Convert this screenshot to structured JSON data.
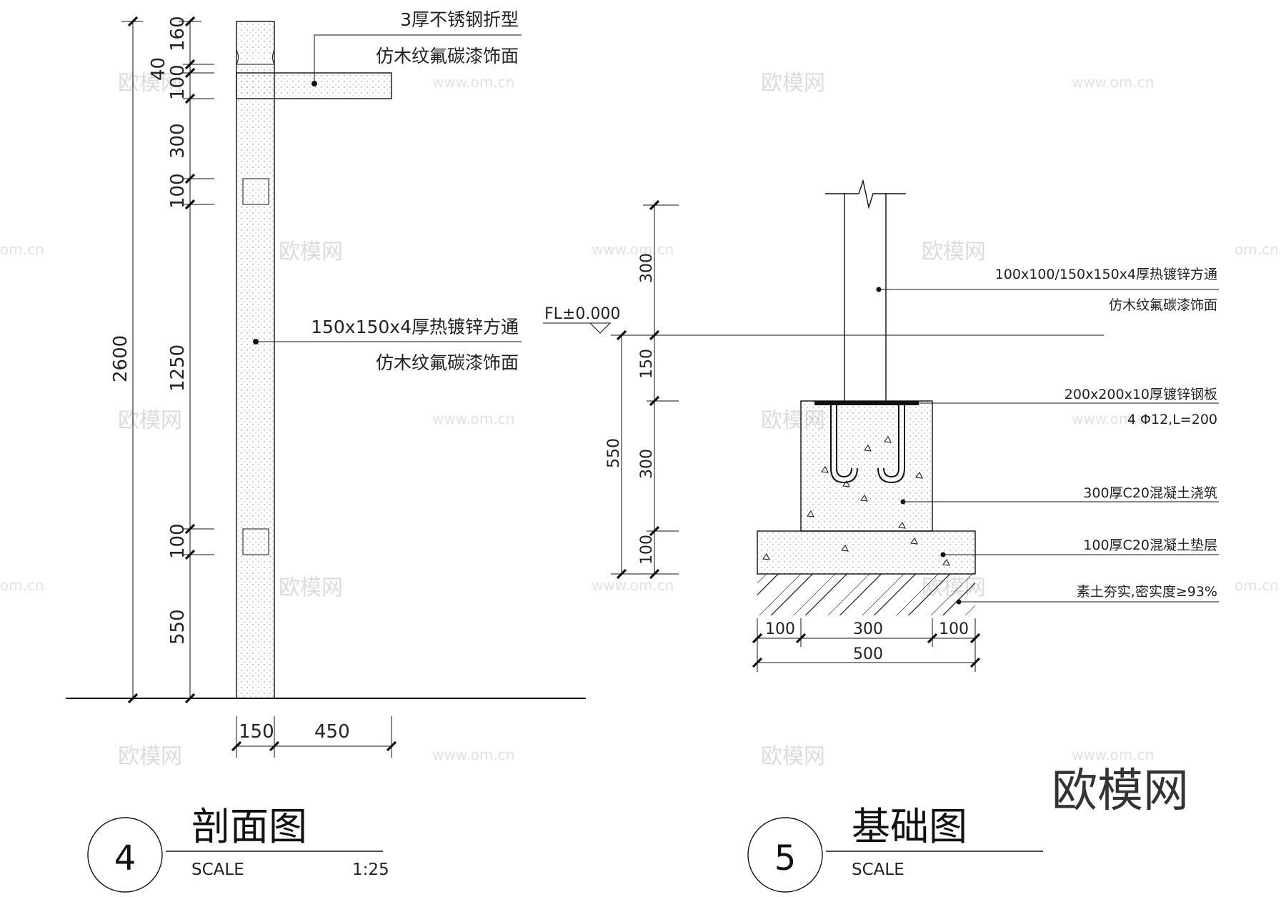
{
  "watermark": {
    "cn": "欧模网",
    "url": "www.om.cn",
    "url_fragment": "om.cn"
  },
  "section": {
    "notes": [
      {
        "line1": "3厚不锈钢折型",
        "line2": "仿木纹氟碳漆饰面"
      },
      {
        "line1": "150x150x4厚热镀锌方通",
        "line2": "仿木纹氟碳漆饰面"
      }
    ],
    "dims_outer": "2600",
    "dims_inner": [
      "40",
      "160",
      "100",
      "300",
      "100",
      "1250",
      "100",
      "550"
    ],
    "dims_bottom": [
      "150",
      "450"
    ],
    "title": {
      "number": "4",
      "name": "剖面图",
      "scale_label": "SCALE",
      "scale_value": "1:25"
    }
  },
  "foundation": {
    "level_mark": "FL±0.000",
    "dims_left": [
      "300",
      "150",
      "300",
      "100",
      "550"
    ],
    "dims_bottom": [
      "100",
      "300",
      "100",
      "500"
    ],
    "notes": [
      {
        "line1": "100x100/150x150x4厚热镀锌方通",
        "line2": "仿木纹氟碳漆饰面"
      },
      {
        "line1": "200x200x10厚镀锌钢板",
        "line2": "4 Φ12,L=200"
      },
      {
        "line1": "300厚C20混凝土浇筑"
      },
      {
        "line1": "100厚C20混凝土垫层"
      },
      {
        "line1": "素土夯实,密实度≥93%"
      }
    ],
    "title": {
      "number": "5",
      "name": "基础图",
      "scale_label": "SCALE"
    }
  },
  "brand": "欧模网"
}
